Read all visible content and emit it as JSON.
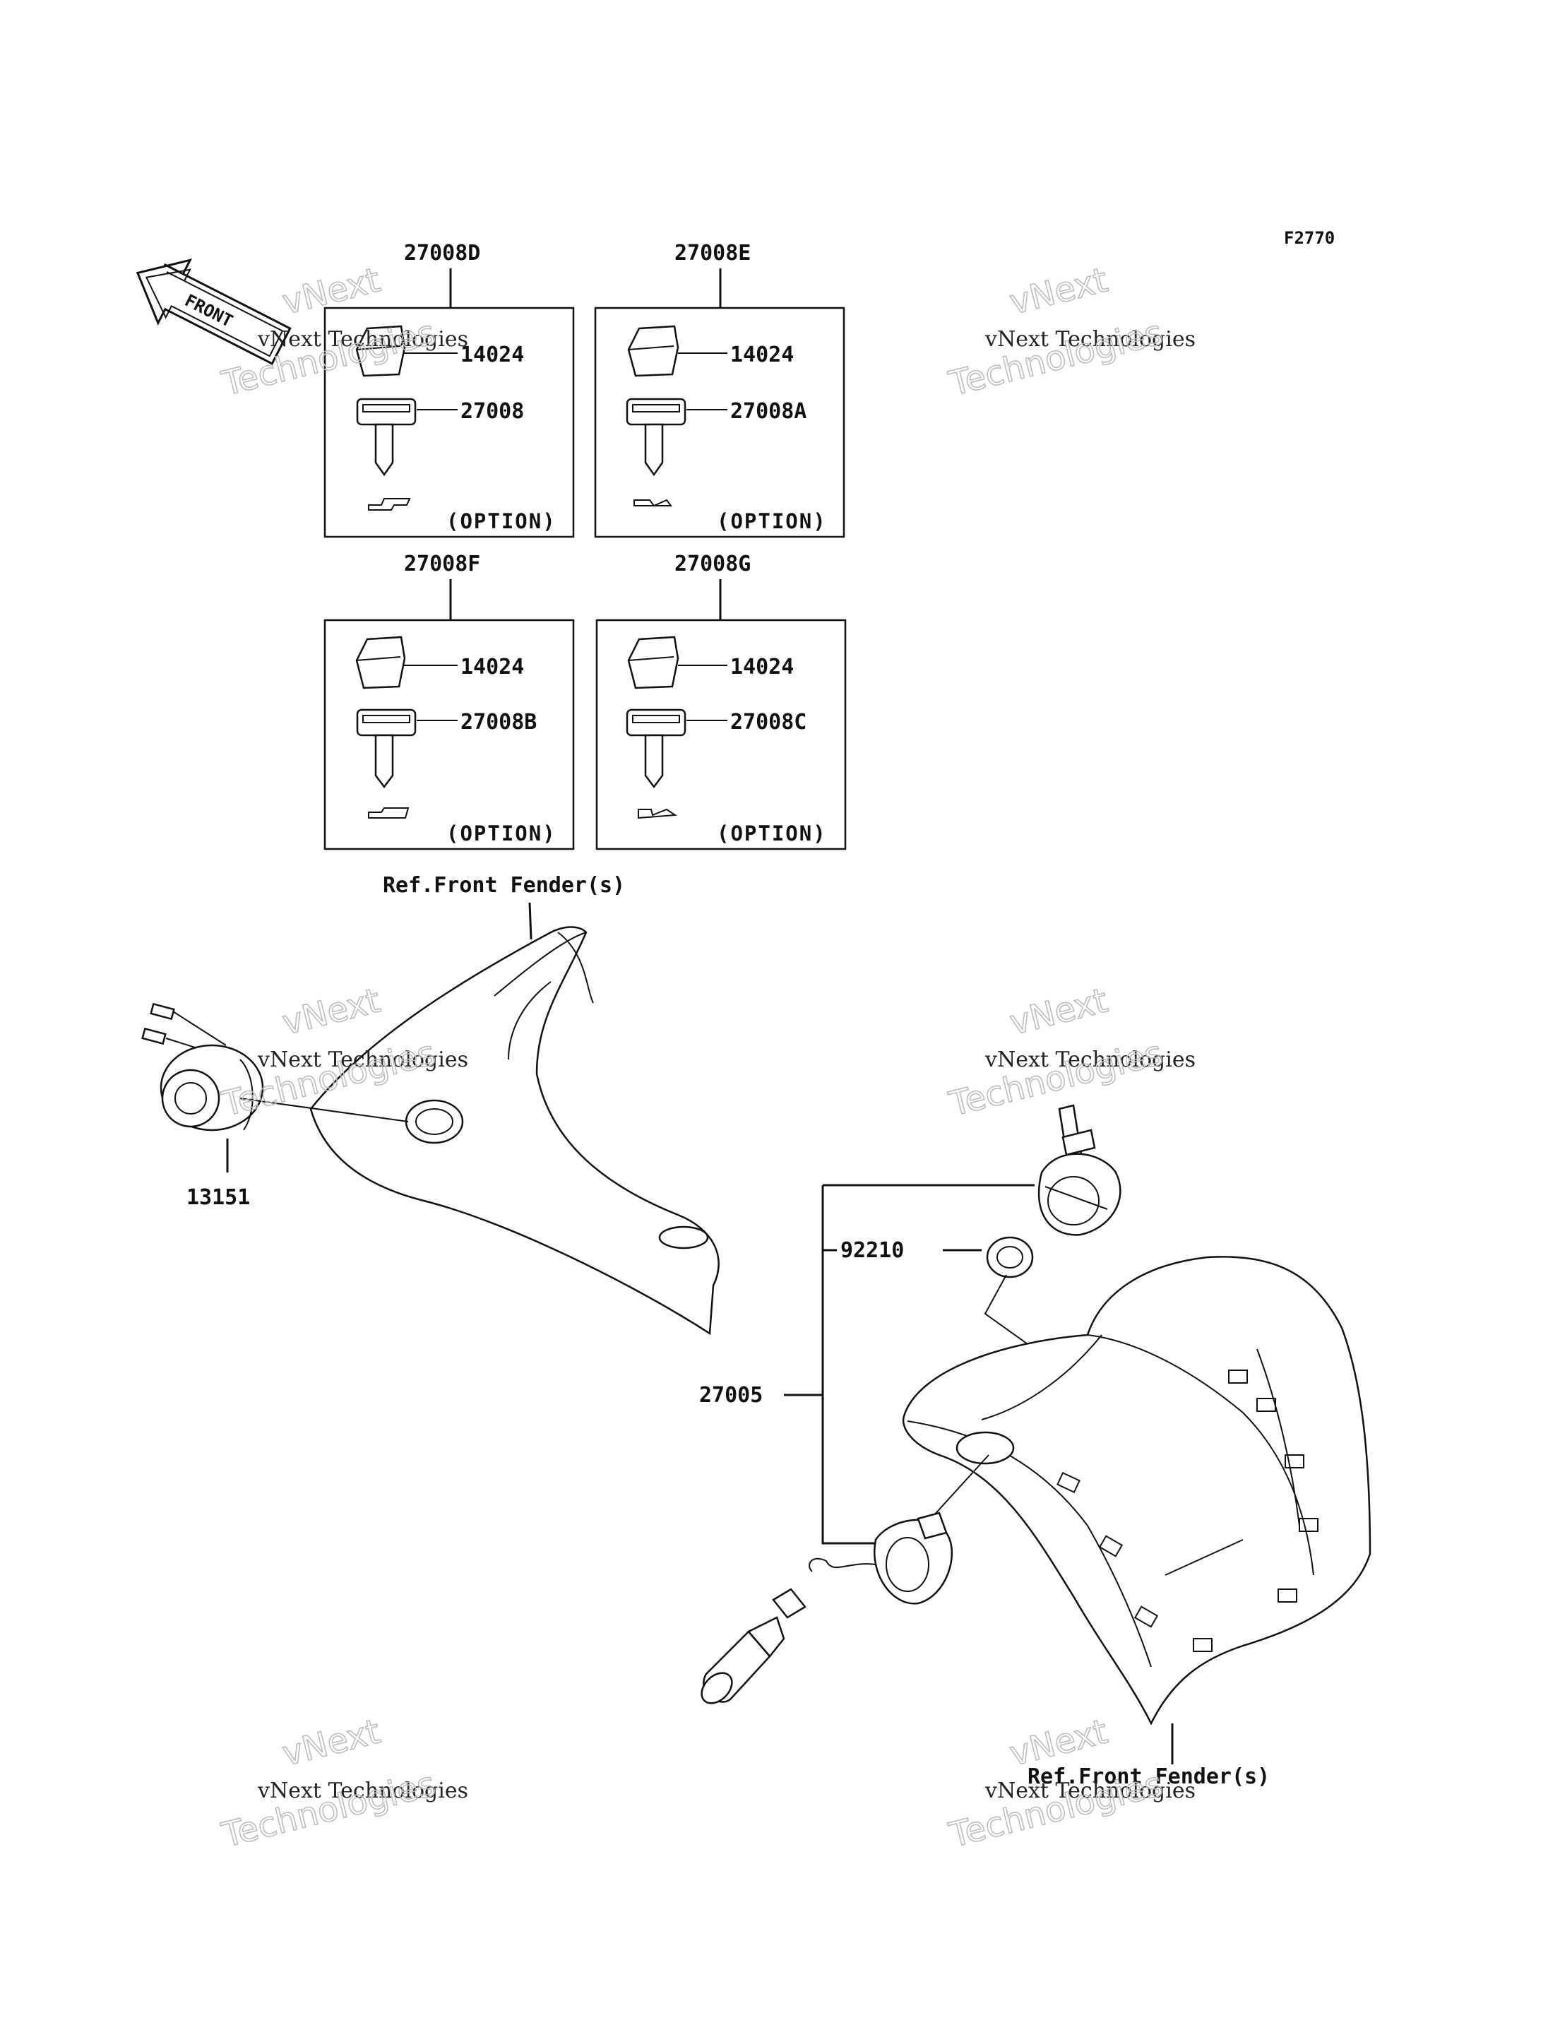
{
  "figure_code": "F2770",
  "front_arrow_label": "FRONT",
  "watermark": {
    "line1": "vNext Technologies",
    "line2": "vNext",
    "line3": "Technologies"
  },
  "key_sets": [
    {
      "set_no": "27008D",
      "cap_no": "14024",
      "key_no": "27008",
      "note": "(OPTION)"
    },
    {
      "set_no": "27008E",
      "cap_no": "14024",
      "key_no": "27008A",
      "note": "(OPTION)"
    },
    {
      "set_no": "27008F",
      "cap_no": "14024",
      "key_no": "27008B",
      "note": "(OPTION)"
    },
    {
      "set_no": "27008G",
      "cap_no": "14024",
      "key_no": "27008C",
      "note": "(OPTION)"
    }
  ],
  "callouts": {
    "ref_front_fender_top": "Ref.Front Fender(s)",
    "ref_front_fender_bottom": "Ref.Front Fender(s)",
    "switch_left": "13151",
    "nut": "92210",
    "switch_assy": "27005"
  }
}
